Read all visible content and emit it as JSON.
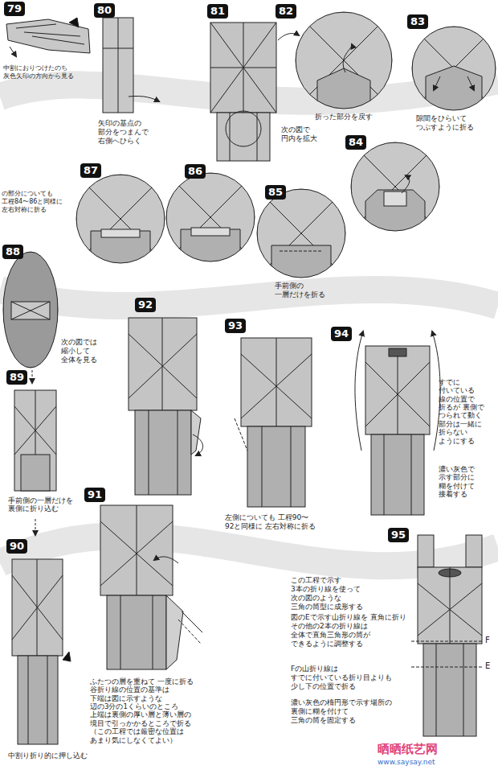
{
  "diagram": {
    "nodes": [
      {
        "text": [
          "79"
        ]
      },
      {
        "text": [
          "80"
        ]
      },
      {
        "text": [
          "81"
        ]
      },
      {
        "text": [
          "82"
        ]
      },
      {
        "text": [
          "83"
        ]
      },
      {
        "text": [
          "84"
        ]
      },
      {
        "text": [
          "85"
        ]
      },
      {
        "text": [
          "86"
        ]
      },
      {
        "text": [
          "87"
        ]
      },
      {
        "text": [
          "88"
        ]
      },
      {
        "text": [
          "89"
        ]
      },
      {
        "text": [
          "90"
        ]
      },
      {
        "text": [
          "91"
        ]
      },
      {
        "text": [
          "92"
        ]
      },
      {
        "text": [
          "93"
        ]
      },
      {
        "text": [
          "94"
        ]
      },
      {
        "text": [
          "95"
        ]
      }
    ],
    "labels": [
      "中割におりつけたのち 灰色矢印の方向から見る",
      "矢印の基点の 部分をつまんで 右側へひらく",
      "次の図で 円内を拡大",
      "折った部分を戻す",
      "隙間をひらいて つぶすように折る",
      "手前側の 一層だけを折る",
      "の部分についても 工程84〜86と同様に 左右対称に折る",
      "次の図では 縮小して 全体を見る",
      "手前側の一層だけを 裏側に折り込む",
      "中割り折り的に押し込む",
      "ふたつの層を重ねて 一度に折る 谷折り線の位置の基準は 下端は図に示すような 辺の3分の1くらいのところ 上端は裏側の厚い層と薄い層の 境目で引っかかるところで折る （この工程では厳密な位置は あまり気にしなくてよい）",
      "左側についても 工程90〜92と同様に 左右対称に折る",
      "すでに 付いている 線の位置で 折るが 裏側で つられて動く 部分は一緒に 折らない ようにする",
      "濃い灰色で 示す部分に 糊を付けて 接着する",
      "この工程で示す 3本の折り線を使って 次の図のような 三角の筒型に成形する",
      "図のEで示す山折り線を 直角に折り その他の2本の折り線は 全体で直角三角形の筒が できるように調整する",
      "Fの山折り線は すでに付いている折り目よりも 少し下の位置で折る",
      "濃い灰色の楕円形で示す場所の 裏側に糊を付けて 三角の筒を固定する",
      "F",
      "E",
      "晒晒纸艺网",
      "www.saysay.net"
    ]
  }
}
